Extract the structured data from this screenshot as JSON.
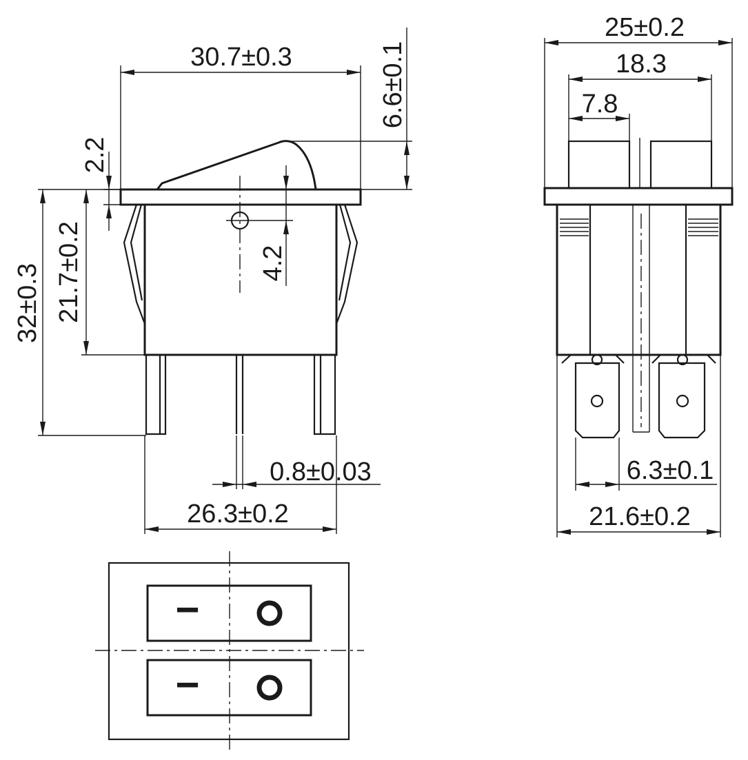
{
  "dimensions": {
    "width_top": "30.7±0.3",
    "rocker_height": "6.6±0.1",
    "flange_thickness": "2.2",
    "total_height": "32±0.3",
    "body_height": "21.7±0.2",
    "pivot_offset": "4.2",
    "terminal_thickness": "0.8±0.03",
    "body_width": "26.3±0.2",
    "side_width_top": "25±0.2",
    "side_inner": "18.3",
    "side_rocker": "7.8",
    "terminal_width": "6.3±0.1",
    "side_body_width": "21.6±0.2"
  },
  "symbols": {
    "off": "−",
    "on": "○"
  }
}
